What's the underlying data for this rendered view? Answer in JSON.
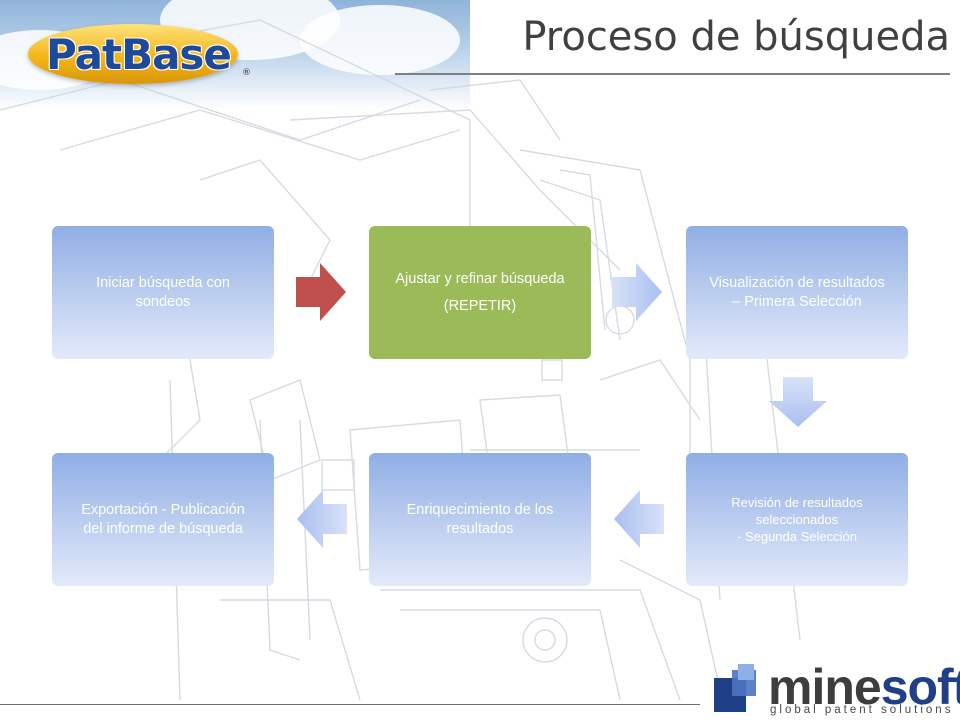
{
  "slide": {
    "title": "Proceso de búsqueda",
    "logo_text": "PatBase",
    "logo_registered": "®",
    "footer_brand_first": "mine",
    "footer_brand_second": "soft",
    "footer_tagline": "global patent solutions"
  },
  "colors": {
    "box_blue_top": "#90aee6",
    "box_green": "#9bbb59",
    "arrow_red": "#c0504d",
    "arrow_blue": "#a9bff0",
    "title_text": "#404040"
  },
  "flow": {
    "steps": [
      {
        "lines": [
          "Iniciar búsqueda con",
          "sondeos"
        ]
      },
      {
        "lines": [
          "Ajustar y refinar búsqueda",
          "(REPETIR)"
        ]
      },
      {
        "lines": [
          "Visualización de resultados",
          "– Primera Selección"
        ]
      },
      {
        "lines": [
          "Revisión de resultados",
          "seleccionados",
          "- Segunda Selección"
        ]
      },
      {
        "lines": [
          "Enriquecimiento de los",
          "resultados"
        ]
      },
      {
        "lines": [
          "Exportación - Publicación",
          "del informe de búsqueda"
        ]
      }
    ],
    "connectors": [
      {
        "from": 1,
        "to": 2,
        "icon": "arrow-right-icon",
        "color": "#c0504d"
      },
      {
        "from": 2,
        "to": 3,
        "icon": "arrow-right-icon",
        "color": "#a9bff0"
      },
      {
        "from": 3,
        "to": 4,
        "icon": "arrow-down-icon",
        "color": "#a9bff0"
      },
      {
        "from": 4,
        "to": 5,
        "icon": "arrow-left-icon",
        "color": "#a9bff0"
      },
      {
        "from": 5,
        "to": 6,
        "icon": "arrow-left-icon",
        "color": "#a9bff0"
      }
    ]
  }
}
